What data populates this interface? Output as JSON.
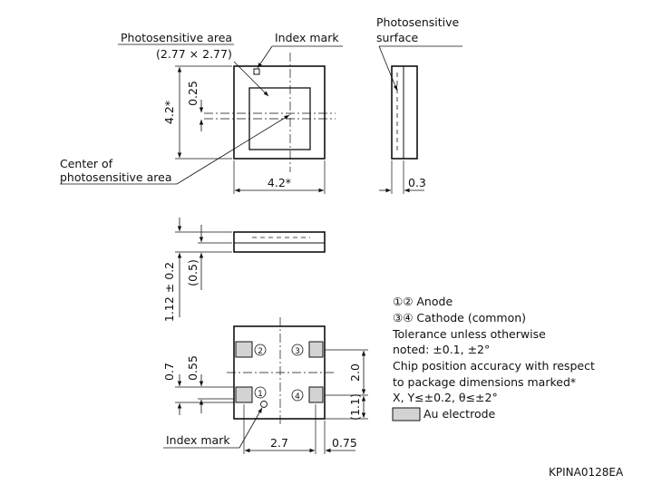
{
  "top_view": {
    "photosensitive_area_label": "Photosensitive area",
    "photosensitive_area_size": "(2.77 × 2.77)",
    "index_mark_label": "Index mark",
    "center_label_line1": "Center of",
    "center_label_line2": "photosensitive area",
    "dim_offset": "0.25",
    "dim_height": "4.2*",
    "dim_width": "4.2*"
  },
  "side_view": {
    "surface_label_line1": "Photosensitive",
    "surface_label_line2": "surface",
    "dim_thickness": "0.3"
  },
  "front_view": {
    "dim_total": "1.12 ± 0.2",
    "dim_inner": "(0.5)"
  },
  "bottom_view": {
    "pad_1": "1",
    "pad_2": "2",
    "pad_3": "3",
    "pad_4": "4",
    "dim_pad_height": "0.7",
    "dim_pad_gap": "0.55",
    "dim_vertical_spacing": "2.0",
    "dim_pad_offset": "(1.1)",
    "dim_horizontal_spacing": "2.7",
    "dim_edge": "0.75",
    "index_mark_label": "Index mark"
  },
  "legend": {
    "line1": "①② Anode",
    "line2": "③④ Cathode (common)",
    "line3": "Tolerance unless otherwise",
    "line4": "noted: ±0.1, ±2°",
    "line5": "Chip position accuracy with respect",
    "line6": "to package dimensions marked*",
    "line7": "X, Y≤±0.2, θ≤±2°",
    "electrode_label": "Au electrode",
    "electrode_color": "#d3d3d3"
  },
  "drawing_code": "KPINA0128EA"
}
